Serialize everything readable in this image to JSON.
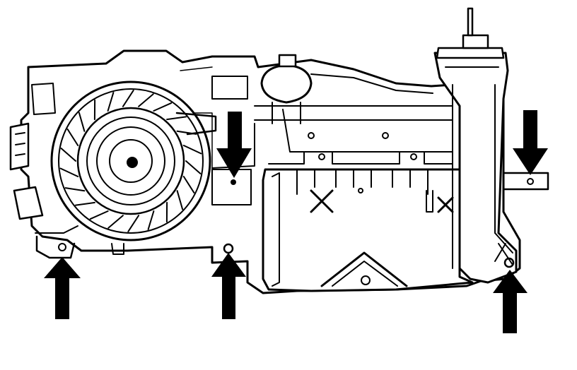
{
  "figure": {
    "colors": {
      "line": "#000000",
      "background": "#ffffff"
    },
    "arrows": [
      {
        "id": "blower-mount",
        "direction": "up"
      },
      {
        "id": "center-lower-mount",
        "direction": "up"
      },
      {
        "id": "center-upper-mount",
        "direction": "down"
      },
      {
        "id": "right-upper-mount",
        "direction": "down"
      },
      {
        "id": "right-lower-mount",
        "direction": "up"
      }
    ]
  }
}
